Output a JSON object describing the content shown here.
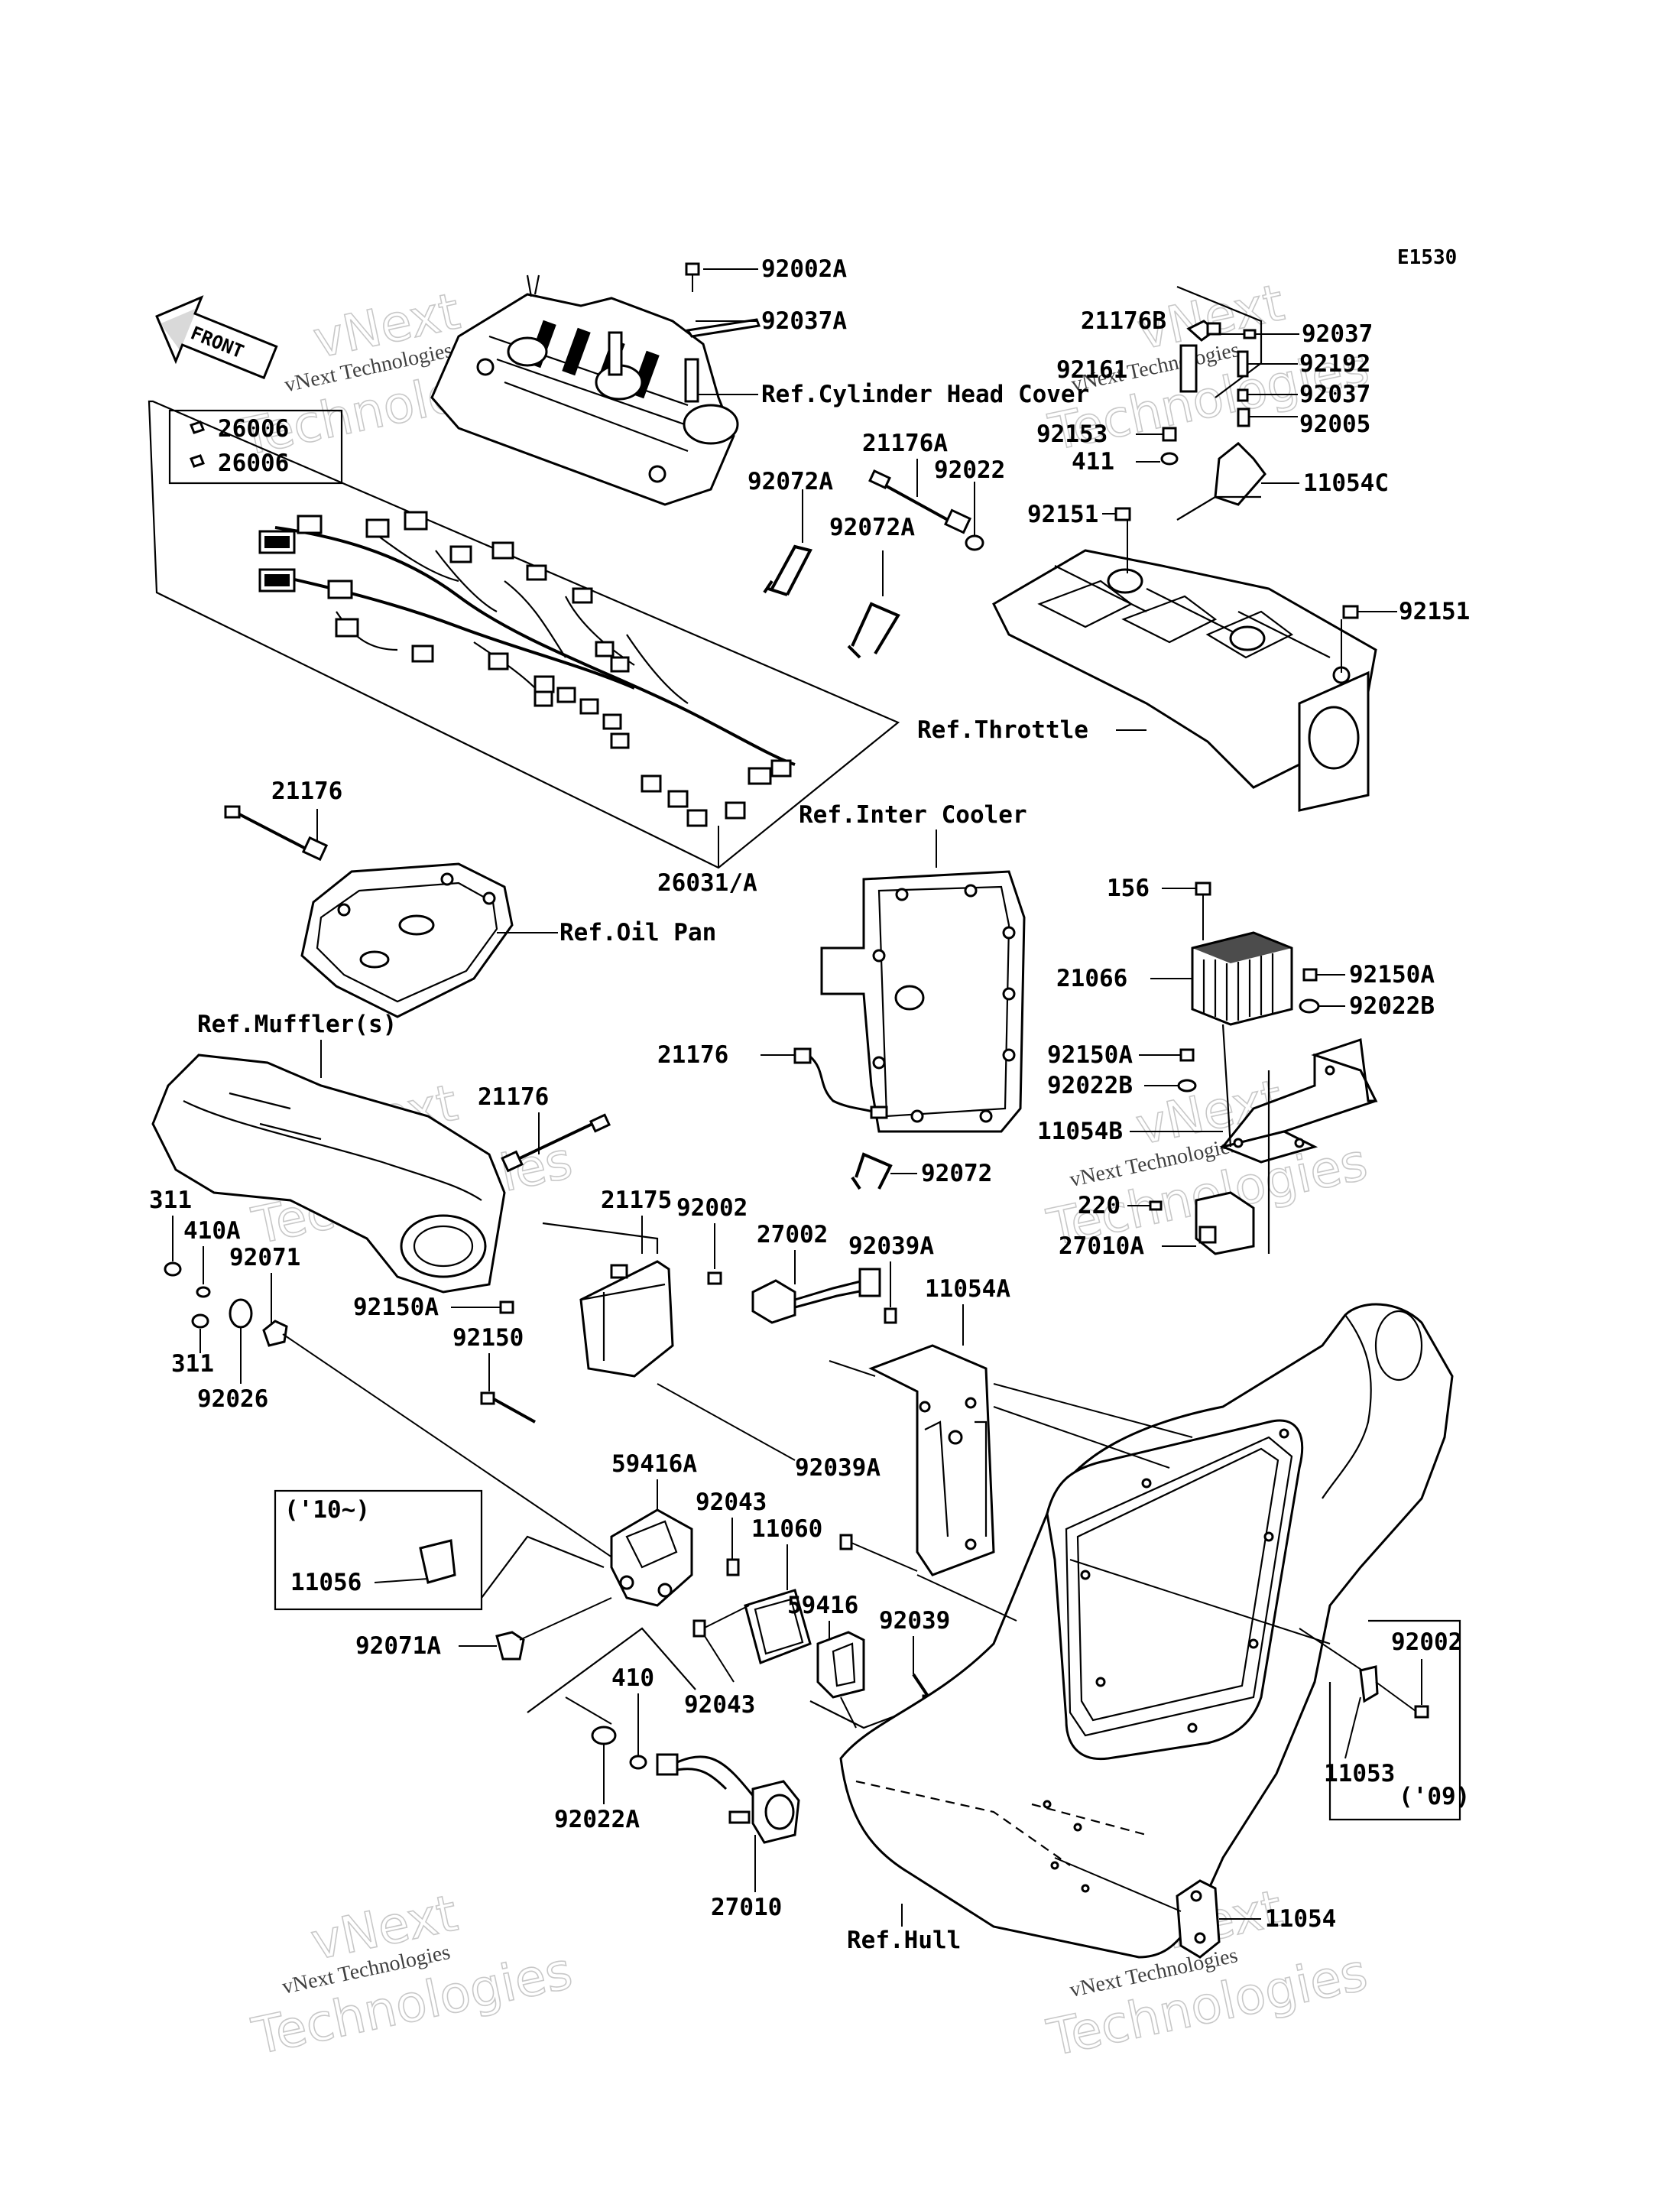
{
  "diagram_code": "E1530",
  "front_label": "FRONT",
  "watermark": {
    "line1": "vNext",
    "line2": "vNext Technologies",
    "line3": "Technologies"
  },
  "callouts": {
    "c92002A": "92002A",
    "c92037A": "92037A",
    "refCylinderHeadCover": "Ref.Cylinder Head Cover",
    "c26006a": "26006",
    "c26006b": "26006",
    "c21176B": "21176B",
    "c92037a": "92037",
    "c92161": "92161",
    "c92192": "92192",
    "c92037b": "92037",
    "c92005": "92005",
    "c92153": "92153",
    "c411": "411",
    "c11054C": "11054C",
    "c21176A": "21176A",
    "c92022": "92022",
    "c92072Aa": "92072A",
    "c92072Ab": "92072A",
    "c92151a": "92151",
    "c92151b": "92151",
    "refThrottle": "Ref.Throttle",
    "c21176a": "21176",
    "refInterCooler": "Ref.Inter Cooler",
    "c26031A": "26031/A",
    "refOilPan": "Ref.Oil Pan",
    "c156": "156",
    "c21066": "21066",
    "c92150Aa": "92150A",
    "c92022Ba": "92022B",
    "refMufflers": "Ref.Muffler(s)",
    "c21176b": "21176",
    "c92150Ab": "92150A",
    "c92022Bb": "92022B",
    "c11054B": "11054B",
    "c92072": "92072",
    "c311a": "311",
    "c410A": "410A",
    "c92071": "92071",
    "c311b": "311",
    "c92026": "92026",
    "c21175": "21175",
    "c92002a": "92002",
    "c27002": "27002",
    "c92039A": "92039A",
    "c11054A": "11054A",
    "c220": "220",
    "c27010A": "27010A",
    "c92150Ac": "92150A",
    "c92150": "92150",
    "c59416A": "59416A",
    "c92039Ab": "92039A",
    "c10": "('10~)",
    "c11056": "11056",
    "c92043a": "92043",
    "c11060": "11060",
    "c59416": "59416",
    "c92039": "92039",
    "c92071A": "92071A",
    "c410": "410",
    "c92043b": "92043",
    "c92022A": "92022A",
    "c27010": "27010",
    "c92002b": "92002",
    "c11053": "11053",
    "c09": "('09)",
    "refHull": "Ref.Hull",
    "c11054": "11054"
  }
}
